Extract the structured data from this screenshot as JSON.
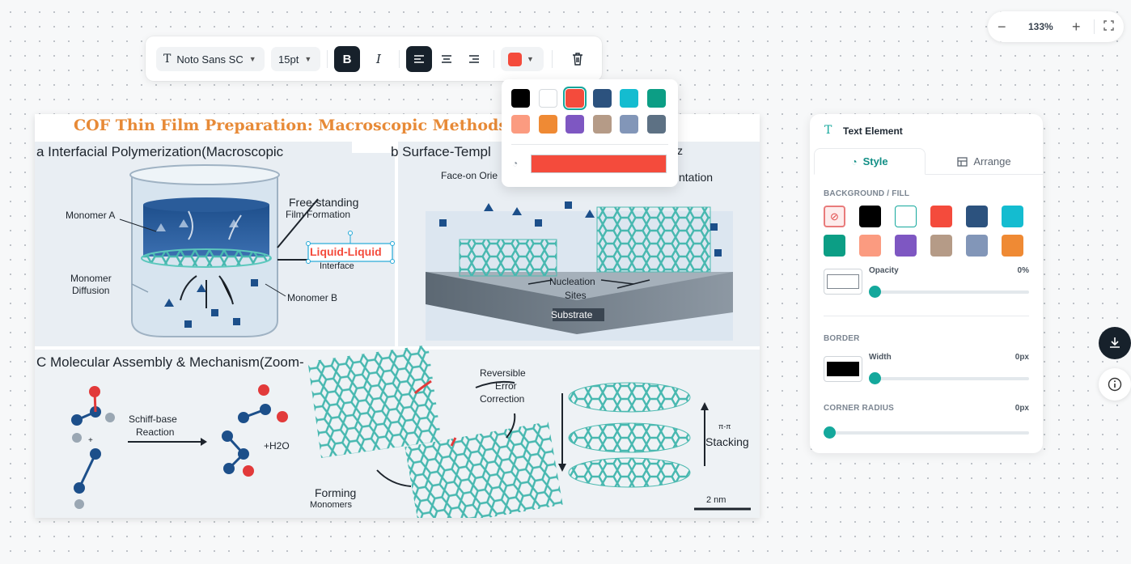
{
  "toolbar": {
    "font_family": "Noto Sans SC",
    "font_size": "15pt",
    "bold_label": "B",
    "italic_label": "I",
    "text_color": "#f44b3c"
  },
  "color_popup": {
    "swatches": [
      "#000000",
      "#ffffff",
      "#f44b3c",
      "#2c527e",
      "#14bcd0",
      "#0c9e85",
      "#fb9b80",
      "#ef8a34",
      "#7e57c2",
      "#b59b87",
      "#8296b8",
      "#5d7184"
    ],
    "selected": "#f44b3c",
    "custom_color": "#f44b3c"
  },
  "zoom": {
    "level": "133%"
  },
  "panel": {
    "title": "Text Element",
    "tabs": [
      {
        "label": "Style"
      },
      {
        "label": "Arrange"
      }
    ],
    "background_label": "BACKGROUND / FILL",
    "fill_swatches": [
      "#000000",
      "#ffffff",
      "#f44b3c",
      "#2c527e",
      "#14bcd0",
      "#0c9e85",
      "#fb9b80",
      "#7e57c2",
      "#b59b87",
      "#8296b8",
      "#ef8a34"
    ],
    "opacity_label": "Opacity",
    "opacity_value": "0%",
    "border_label": "BORDER",
    "width_label": "Width",
    "width_value": "0px",
    "radius_label": "CORNER RADIUS",
    "radius_value": "0px"
  },
  "figure": {
    "title": "COF Thin Film Preparation: Macroscopic Methods",
    "title_tail": "bly",
    "panel_a_label": "a Interfacial Polymerization(Macroscopic",
    "panel_b_label": "b Surface-Templ",
    "panel_b_tail": "z",
    "panel_c_label": "C Molecular Assembly & Mechanism(Zoom-",
    "annotations": {
      "monomer_a": "Monomer A",
      "free_standing": "Free-standing",
      "film_formation": "Film Formation",
      "liquid_liquid": "Liquid-Liquid",
      "interface": "Interface",
      "monomer_diffusion_1": "Monomer",
      "monomer_diffusion_2": "Diffusion",
      "monomer_b": "Monomer B",
      "face_on": "Face-on Orie",
      "orientation_tail": "ntation",
      "nucleation_1": "Nucleation",
      "nucleation_2": "Sites",
      "substrate": "Substrate",
      "schiff_1": "Schiff-base",
      "schiff_2": "Reaction",
      "h2o": "+H2O",
      "reversible_1": "Reversible",
      "reversible_2": "Error",
      "reversible_3": "Correction",
      "forming": "Forming",
      "monomers": "Monomers",
      "pi_pi": "π-π",
      "stacking": "Stacking",
      "scale": "2 nm",
      "plus": "+"
    }
  }
}
